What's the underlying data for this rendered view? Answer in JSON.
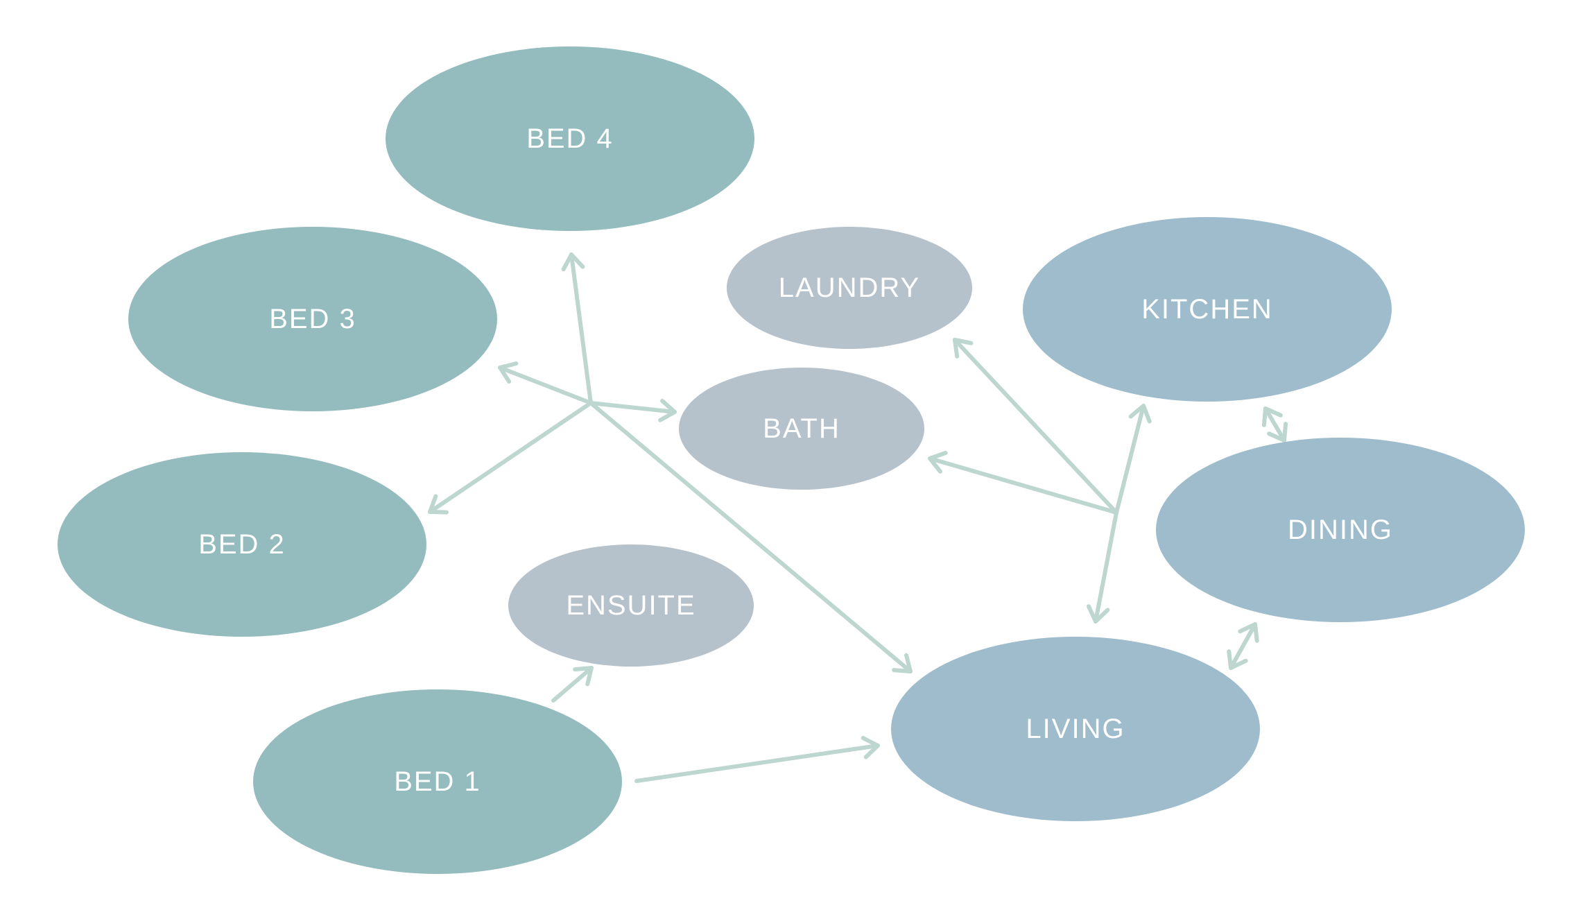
{
  "colors": {
    "background": "#ffffff",
    "bedroom": "#94bbbd",
    "wet_area": "#b5c1cb",
    "living_area": "#9ebccc",
    "connector": "#bdd6cf",
    "label": "#ffffff"
  },
  "nodes": [
    {
      "id": "bed4",
      "label": "BED 4",
      "group": "bedroom"
    },
    {
      "id": "bed3",
      "label": "BED 3",
      "group": "bedroom"
    },
    {
      "id": "bed2",
      "label": "BED 2",
      "group": "bedroom"
    },
    {
      "id": "bed1",
      "label": "BED 1",
      "group": "bedroom"
    },
    {
      "id": "ensuite",
      "label": "ENSUITE",
      "group": "wet_area"
    },
    {
      "id": "laundry",
      "label": "LAUNDRY",
      "group": "wet_area"
    },
    {
      "id": "bath",
      "label": "BATH",
      "group": "wet_area"
    },
    {
      "id": "kitchen",
      "label": "KITCHEN",
      "group": "living_area"
    },
    {
      "id": "dining",
      "label": "DINING",
      "group": "living_area"
    },
    {
      "id": "living",
      "label": "LIVING",
      "group": "living_area"
    }
  ],
  "edges": [
    {
      "from": "bed4",
      "to": "bed3",
      "direction": "hub"
    },
    {
      "from": "bed2",
      "to": "bath",
      "direction": "hub"
    },
    {
      "from": "living",
      "to": "living",
      "direction": "hub"
    },
    {
      "from": "bed1",
      "to": "ensuite",
      "direction": "forward"
    },
    {
      "from": "bed1",
      "to": "living",
      "direction": "forward"
    },
    {
      "from": "laundry",
      "to": "bath",
      "direction": "hub"
    },
    {
      "from": "kitchen",
      "to": "living",
      "direction": "hub"
    },
    {
      "from": "kitchen",
      "to": "dining",
      "direction": "both"
    },
    {
      "from": "dining",
      "to": "living",
      "direction": "both"
    }
  ]
}
